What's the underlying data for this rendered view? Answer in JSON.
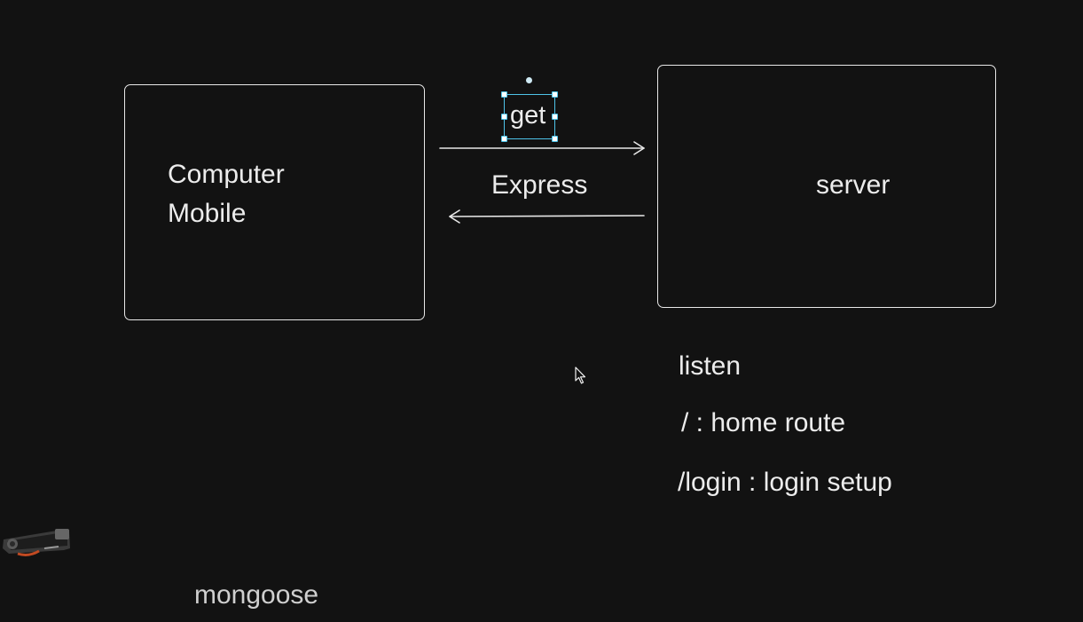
{
  "diagram": {
    "client_box": {
      "line1": "Computer",
      "line2": "Mobile"
    },
    "server_box": {
      "label": "server"
    },
    "request_label": "get",
    "framework_label": "Express",
    "notes": {
      "listen": "listen",
      "home_route": "/ : home route",
      "login_route": "/login : login setup"
    },
    "bottom_label": "mongoose"
  },
  "colors": {
    "background": "#121212",
    "stroke": "#e8e8e8",
    "text": "#ececec",
    "selection": "#4ec3e8"
  },
  "icons": {
    "cursor": "mouse-pointer-icon",
    "tool": "drawing-tool-thumbnail"
  }
}
